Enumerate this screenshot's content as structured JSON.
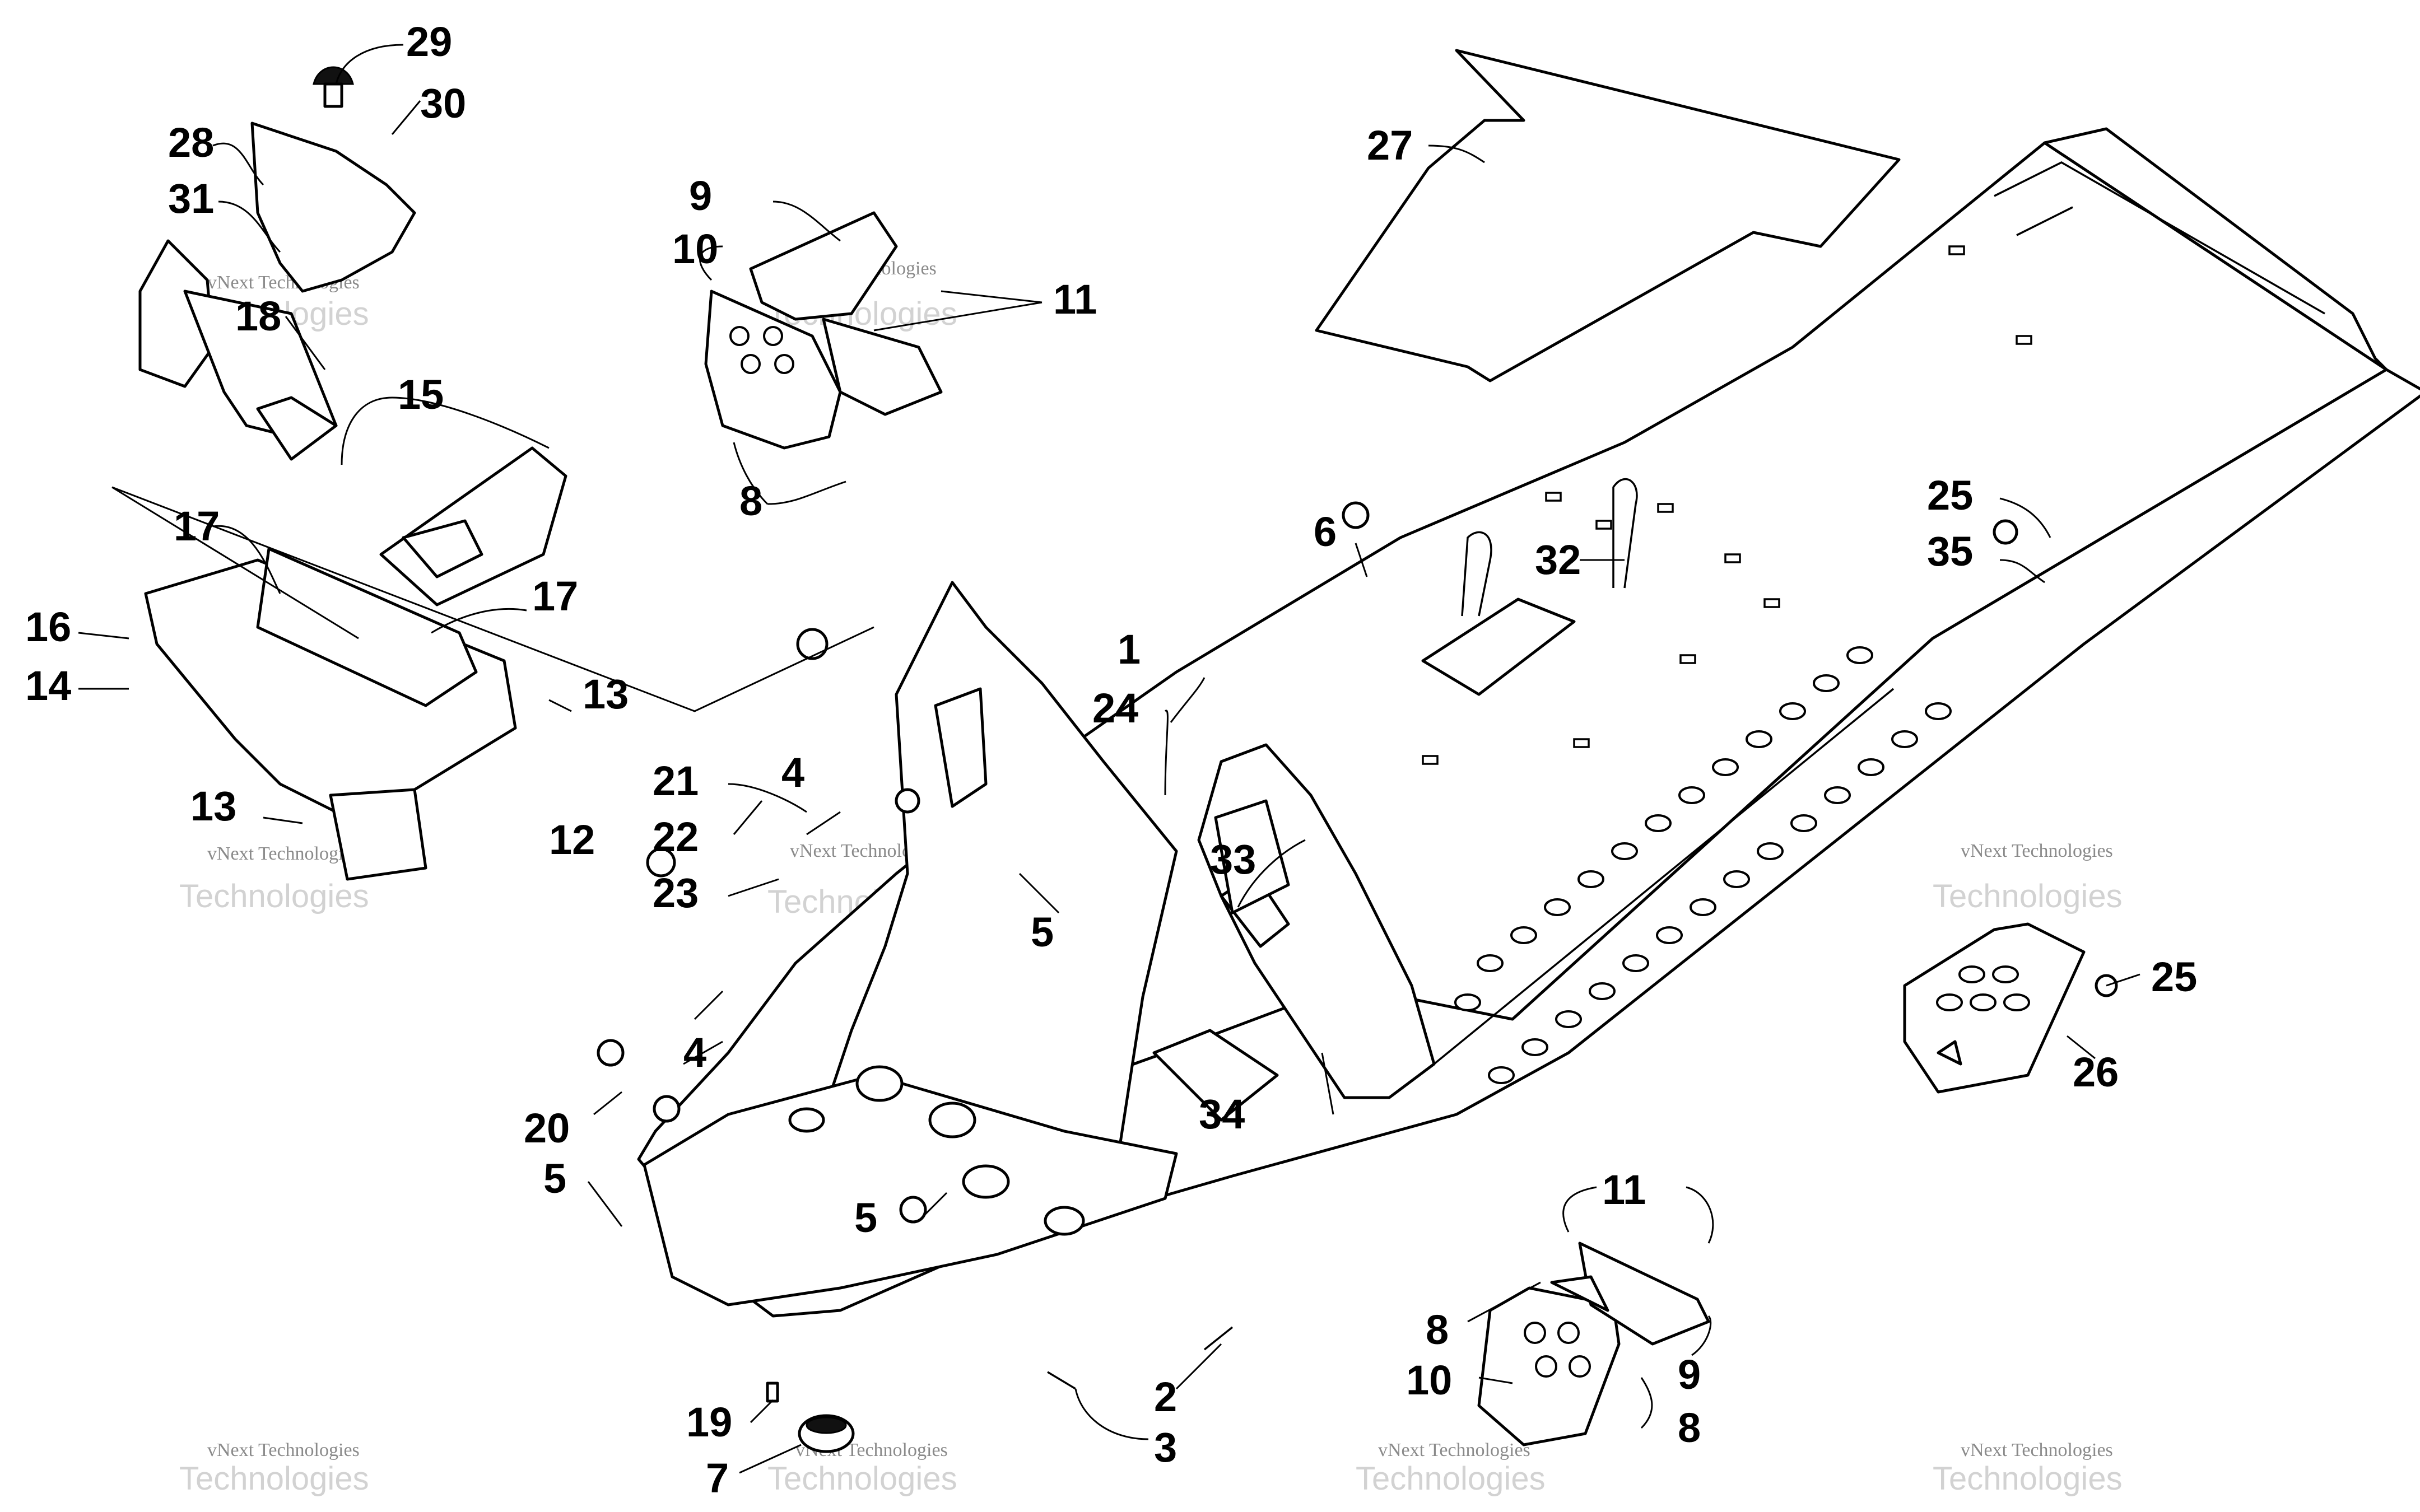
{
  "callouts": [
    {
      "id": "c29a",
      "label": "29"
    },
    {
      "id": "c30",
      "label": "30"
    },
    {
      "id": "c28",
      "label": "28"
    },
    {
      "id": "c31",
      "label": "31"
    },
    {
      "id": "c18",
      "label": "18"
    },
    {
      "id": "c15",
      "label": "15"
    },
    {
      "id": "c17a",
      "label": "17"
    },
    {
      "id": "c17b",
      "label": "17"
    },
    {
      "id": "c16",
      "label": "16"
    },
    {
      "id": "c14",
      "label": "14"
    },
    {
      "id": "c13a",
      "label": "13"
    },
    {
      "id": "c13b",
      "label": "13"
    },
    {
      "id": "c12",
      "label": "12"
    },
    {
      "id": "c9a",
      "label": "9"
    },
    {
      "id": "c10a",
      "label": "10"
    },
    {
      "id": "c11a",
      "label": "11"
    },
    {
      "id": "c8a",
      "label": "8"
    },
    {
      "id": "c27",
      "label": "27"
    },
    {
      "id": "c6",
      "label": "6"
    },
    {
      "id": "c32",
      "label": "32"
    },
    {
      "id": "c1",
      "label": "1"
    },
    {
      "id": "c24",
      "label": "24"
    },
    {
      "id": "c25a",
      "label": "25"
    },
    {
      "id": "c35",
      "label": "35"
    },
    {
      "id": "c21",
      "label": "21"
    },
    {
      "id": "c4a",
      "label": "4"
    },
    {
      "id": "c22",
      "label": "22"
    },
    {
      "id": "c23",
      "label": "23"
    },
    {
      "id": "c5a",
      "label": "5"
    },
    {
      "id": "c33",
      "label": "33"
    },
    {
      "id": "c4b",
      "label": "4"
    },
    {
      "id": "c20",
      "label": "20"
    },
    {
      "id": "c5b",
      "label": "5"
    },
    {
      "id": "c34",
      "label": "34"
    },
    {
      "id": "c5c",
      "label": "5"
    },
    {
      "id": "c25b",
      "label": "25"
    },
    {
      "id": "c26",
      "label": "26"
    },
    {
      "id": "c11b",
      "label": "11"
    },
    {
      "id": "c8b",
      "label": "8"
    },
    {
      "id": "c10b",
      "label": "10"
    },
    {
      "id": "c9b",
      "label": "9"
    },
    {
      "id": "c8c",
      "label": "8"
    },
    {
      "id": "c2",
      "label": "2"
    },
    {
      "id": "c3",
      "label": "3"
    },
    {
      "id": "c19",
      "label": "19"
    },
    {
      "id": "c7",
      "label": "7"
    }
  ],
  "watermark": {
    "small_text": "vNext Technologies",
    "large_text": "Technologies",
    "overlay_text": "vNext"
  }
}
